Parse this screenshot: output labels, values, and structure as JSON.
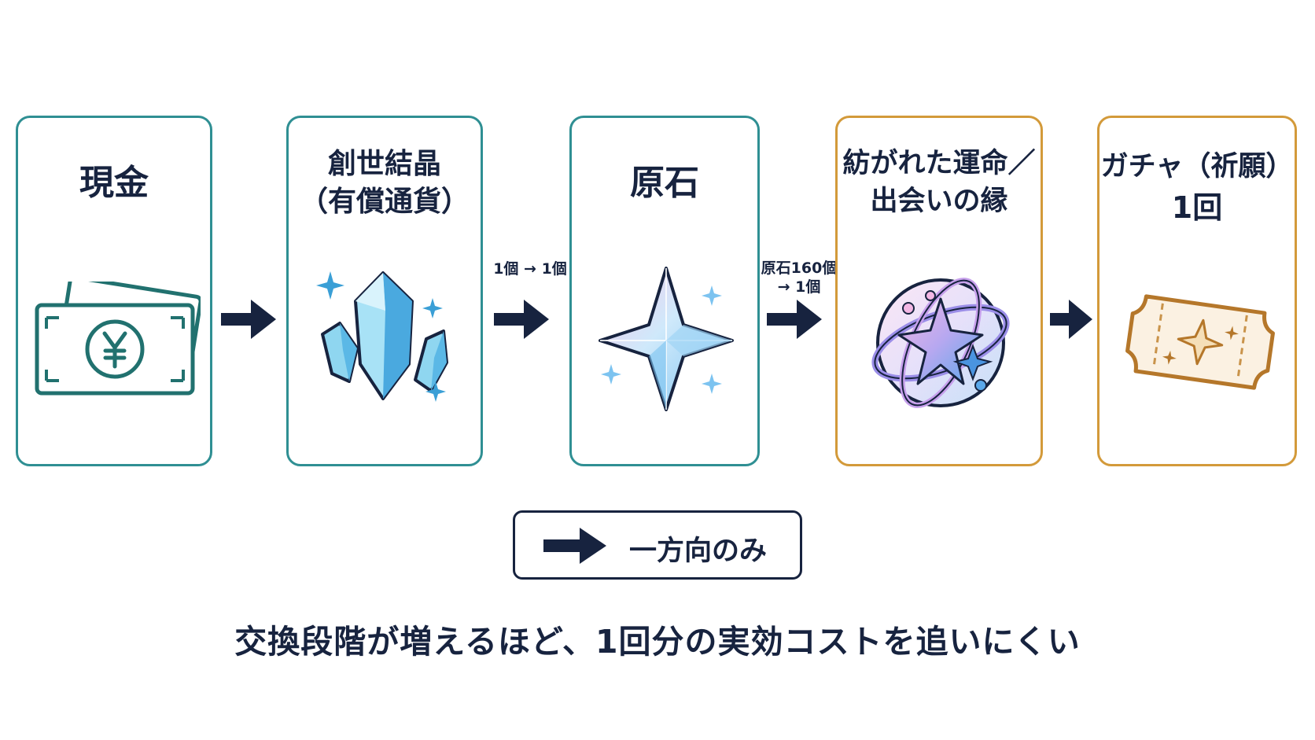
{
  "stages": [
    {
      "title_lines": [
        "現金"
      ],
      "icon": "yen-banknote-icon"
    },
    {
      "title_lines": [
        "創世結晶",
        "（有償通貨）"
      ],
      "icon": "crystal-cluster-icon"
    },
    {
      "title_lines": [
        "原石"
      ],
      "icon": "primogem-star-icon"
    },
    {
      "title_lines": [
        "紡がれた運命／",
        "出会いの縁"
      ],
      "icon": "fate-orb-icon"
    },
    {
      "title_lines": [
        "ガチャ（祈願）",
        "1回"
      ],
      "icon": "wish-ticket-icon"
    }
  ],
  "rates": {
    "crystal_to_primogem": "1個 → 1個",
    "primogem_to_fate_line1": "原石160個",
    "primogem_to_fate_line2": "→ 1個"
  },
  "legend": {
    "label": "一方向のみ",
    "icon": "right-arrow-icon"
  },
  "caption": "交換段階が増えるほど、1回分の実効コストを追いにくい",
  "colors": {
    "teal_border": "#2f8f93",
    "gold_border": "#d39a3a",
    "navy": "#17233f"
  }
}
